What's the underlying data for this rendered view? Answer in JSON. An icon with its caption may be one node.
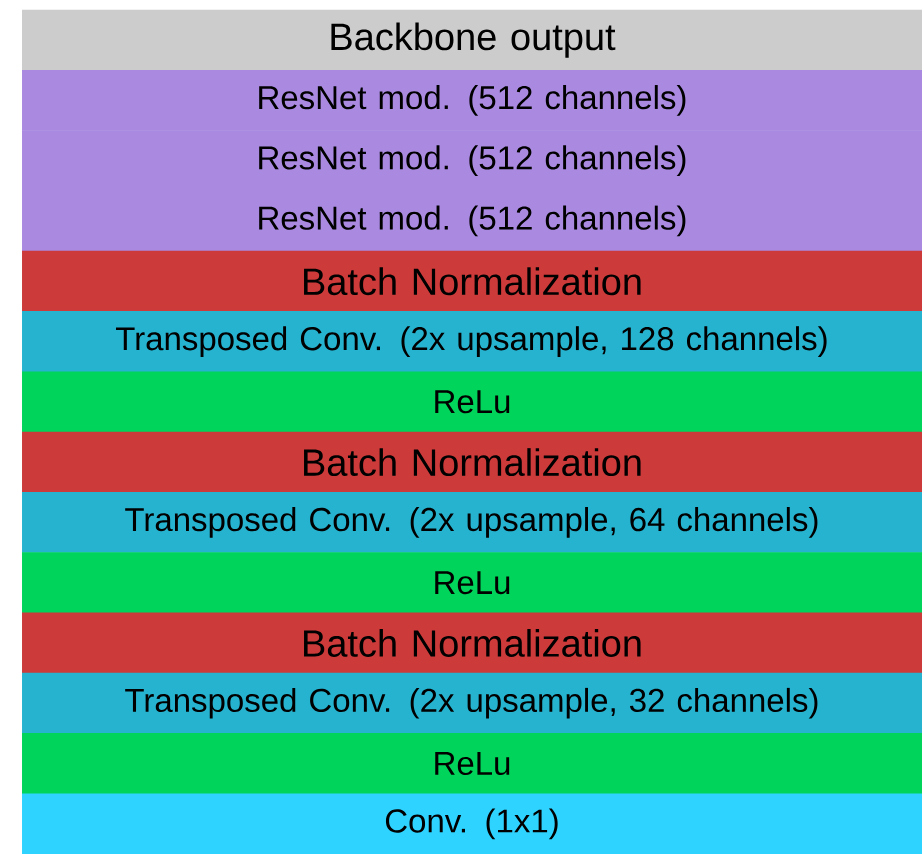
{
  "diagram": {
    "nodes": [
      {
        "text": [
          "Backbone output"
        ]
      },
      {
        "text": [
          "ResNet mod. (512 channels)"
        ]
      },
      {
        "text": [
          "ResNet mod. (512 channels)"
        ]
      },
      {
        "text": [
          "ResNet mod. (512 channels)"
        ]
      },
      {
        "text": [
          "Batch Normalization"
        ]
      },
      {
        "text": [
          "Transposed Conv. (2x upsample, 128 channels)"
        ]
      },
      {
        "text": [
          "ReLu"
        ]
      },
      {
        "text": [
          "Batch Normalization"
        ]
      },
      {
        "text": [
          "Transposed Conv. (2x upsample, 64 channels)"
        ]
      },
      {
        "text": [
          "ReLu"
        ]
      },
      {
        "text": [
          "Batch Normalization"
        ]
      },
      {
        "text": [
          "Transposed Conv. (2x upsample, 32 channels)"
        ]
      },
      {
        "text": [
          "ReLu"
        ]
      },
      {
        "text": [
          "Conv. (1x1)"
        ]
      }
    ]
  }
}
